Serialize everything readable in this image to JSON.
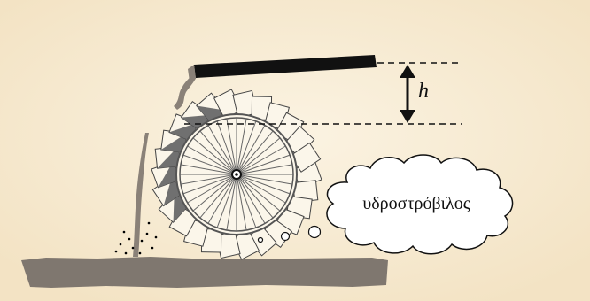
{
  "diagram": {
    "height_label": "h",
    "cloud_label": "υδροστρόβιλος"
  },
  "colors": {
    "background_edge": "#f4e6c8",
    "background_center": "#f9f0dd",
    "trough": "#111111",
    "ground": "#7f776f",
    "water": "#8a8178",
    "wheel_stroke": "#555555",
    "bucket_fill": "#fbf6ea",
    "bucket_shadow": "#707070",
    "cloud_fill": "#ffffff",
    "text": "#111111"
  },
  "wheel": {
    "bucket_count": 26,
    "spoke_count": 36
  }
}
